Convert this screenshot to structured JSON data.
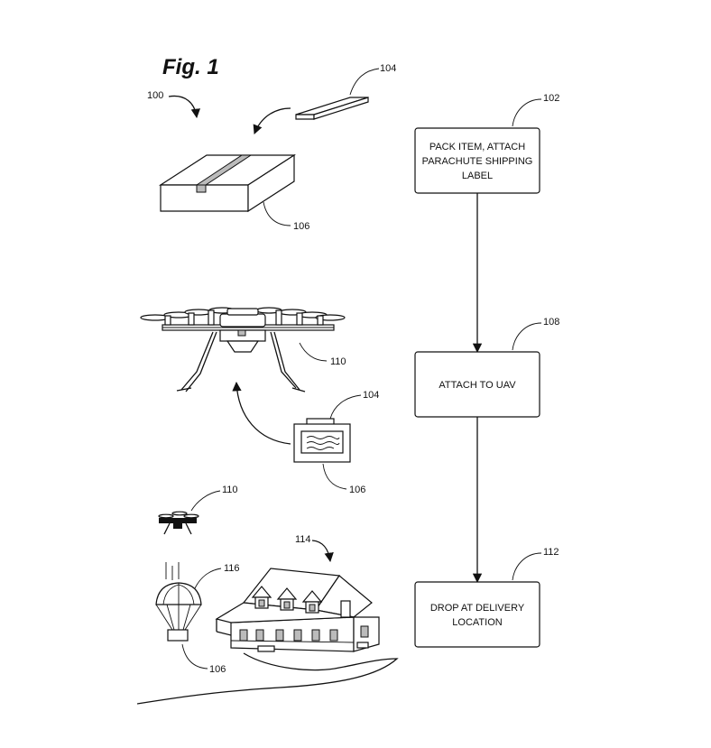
{
  "figure": {
    "title": "Fig. 1",
    "refs": {
      "r100": "100",
      "r104a": "104",
      "r106a": "106",
      "r110a": "110",
      "r104b": "104",
      "r106b": "106",
      "r110b": "110",
      "r114": "114",
      "r116": "116",
      "r106c": "106",
      "r102": "102",
      "r108": "108",
      "r112": "112"
    }
  },
  "flow": {
    "steps": [
      {
        "lines": [
          "PACK ITEM, ATTACH",
          "PARACHUTE SHIPPING",
          "LABEL"
        ]
      },
      {
        "lines": [
          "ATTACH TO UAV"
        ]
      },
      {
        "lines": [
          "DROP AT DELIVERY",
          "LOCATION"
        ]
      }
    ]
  }
}
